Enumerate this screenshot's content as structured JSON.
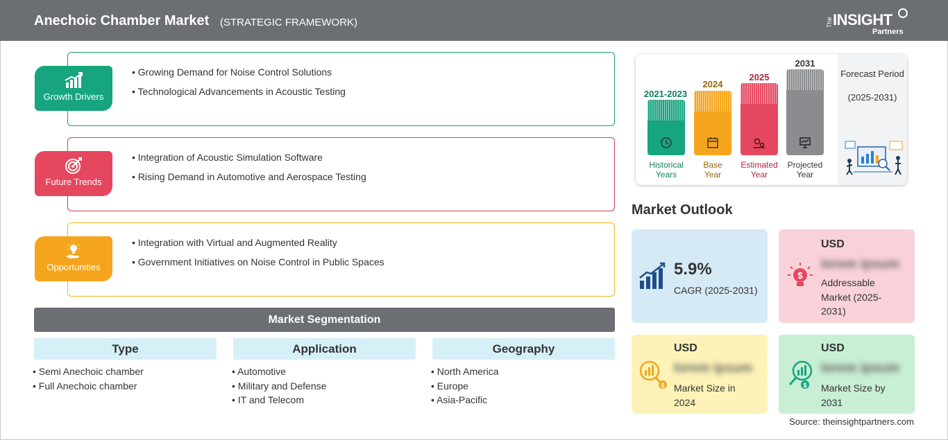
{
  "header": {
    "title": "Anechoic Chamber Market",
    "subtitle": "(STRATEGIC FRAMEWORK)",
    "logo": {
      "the": "The",
      "insight": "INSIGHT",
      "partners": "Partners"
    }
  },
  "framework": {
    "growth_drivers": {
      "label": "Growth Drivers",
      "icon": "bar-chart-arrow-icon",
      "color": "#16a57f",
      "items": [
        "Growing Demand for Noise Control Solutions",
        "Technological Advancements in Acoustic Testing"
      ]
    },
    "future_trends": {
      "label": "Future Trends",
      "icon": "target-icon",
      "color": "#e5475f",
      "items": [
        "Integration of Acoustic Simulation Software",
        "Rising Demand in Automotive and Aerospace Testing"
      ]
    },
    "opportunities": {
      "label": "Opportunities",
      "icon": "lightbulb-hand-icon",
      "color": "#f5a51d",
      "items": [
        "Integration with Virtual and Augmented Reality",
        "Government Initiatives on Noise Control in Public Spaces"
      ]
    }
  },
  "segmentation": {
    "title": "Market Segmentation",
    "columns": [
      {
        "title": "Type",
        "items": [
          "Semi Anechoic chamber",
          "Full Anechoic chamber"
        ]
      },
      {
        "title": "Application",
        "items": [
          "Automotive",
          "Military and Defense",
          "IT and Telecom"
        ]
      },
      {
        "title": "Geography",
        "items": [
          "North America",
          "Europe",
          "Asia-Pacific"
        ]
      }
    ]
  },
  "timeline": {
    "bars": [
      {
        "year": "2021-2023",
        "label1": "Historical",
        "label2": "Years",
        "color": "#16a57f",
        "text_color": "#0e7f60",
        "icon": "history-icon"
      },
      {
        "year": "2024",
        "label1": "Base",
        "label2": "Year",
        "color": "#f5a51d",
        "text_color": "#9a6408",
        "icon": "calendar-icon"
      },
      {
        "year": "2025",
        "label1": "Estimated",
        "label2": "Year",
        "color": "#e5475f",
        "text_color": "#b0263a",
        "icon": "gears-icon"
      },
      {
        "year": "2031",
        "label1": "Projected",
        "label2": "Year",
        "color": "#8a8c8f",
        "text_color": "#333333",
        "icon": "presentation-icon"
      }
    ],
    "forecast_title": "Forecast Period",
    "forecast_range": "(2025-2031)"
  },
  "outlook": {
    "title": "Market Outlook",
    "cagr": {
      "value": "5.9%",
      "label": "CAGR (2025-2031)"
    },
    "addressable": {
      "currency": "USD",
      "value": "lorem ipsum",
      "label": "Addressable Market (2025-2031)"
    },
    "size_2024": {
      "currency": "USD",
      "value": "lorem ipsum",
      "label": "Market Size in 2024"
    },
    "size_2031": {
      "currency": "USD",
      "value": "lorem ipsum",
      "label": "Market Size by 2031"
    }
  },
  "source": "Source: theinsightpartners.com"
}
